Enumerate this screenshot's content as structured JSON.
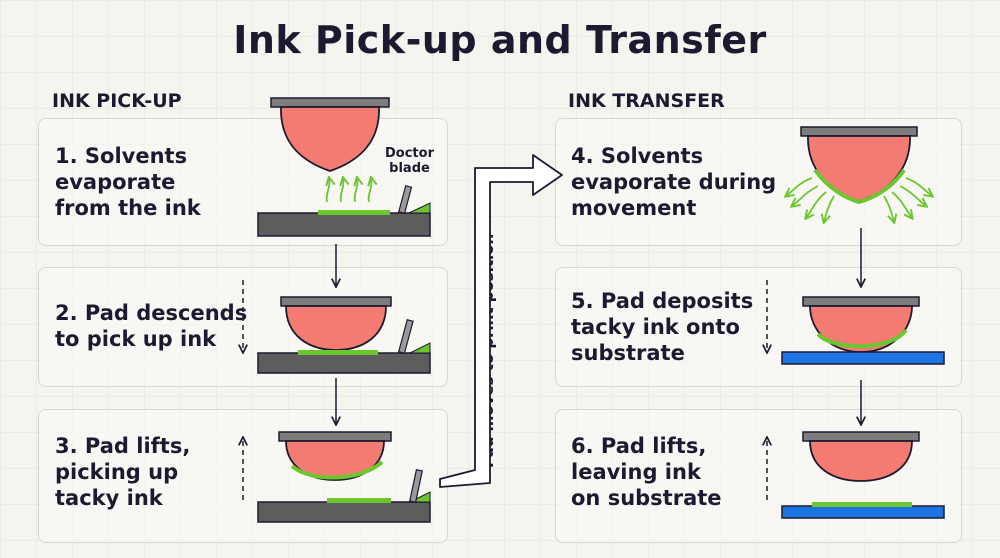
{
  "title": "Ink Pick-up and Transfer",
  "sections": {
    "pickup": "INK PICK-UP",
    "transfer": "INK TRANSFER"
  },
  "steps": [
    {
      "text": "1. Solvents\nevaporate\nfrom the ink"
    },
    {
      "text": "2. Pad descends\nto pick up ink"
    },
    {
      "text": "3. Pad lifts,\npicking up\ntacky ink"
    },
    {
      "text": "4. Solvents\nevaporate during\nmovement"
    },
    {
      "text": "5. Pad deposits\ntacky ink onto\nsubstrate"
    },
    {
      "text": "6. Pad lifts,\nleaving ink\non substrate"
    }
  ],
  "labels": {
    "doctor_blade": "Doctor\nblade",
    "move": "Pad moves to print position"
  },
  "colors": {
    "pad": "#f37b72",
    "pad_holder": "#7d7d7d",
    "ink": "#6cc62e",
    "cliche_plate": "#5d5d5d",
    "substrate": "#1c73e3",
    "text": "#1c1a30"
  }
}
